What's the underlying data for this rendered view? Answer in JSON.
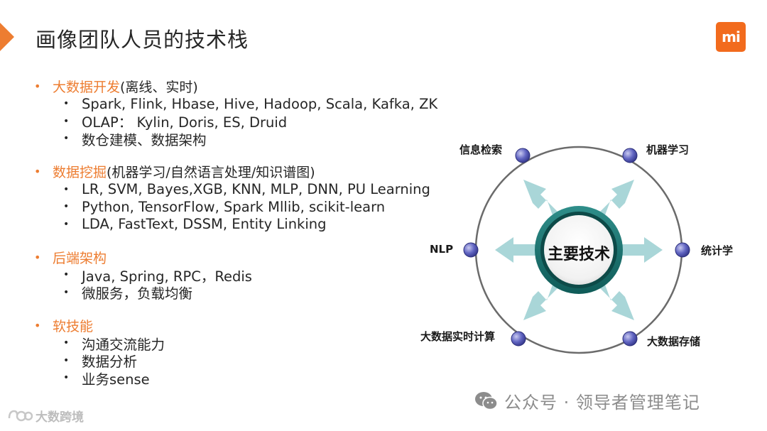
{
  "slide": {
    "title": "画像团队人员的技术栈",
    "logo_text": "mi"
  },
  "sections": [
    {
      "title": "大数据开发",
      "paren": "(离线、实时)",
      "items": [
        "Spark, Flink, Hbase, Hive, Hadoop, Scala, Kafka, ZK",
        "OLAP： Kylin, Doris, ES, Druid",
        "数仓建模、数据架构"
      ]
    },
    {
      "title": "数据挖掘",
      "paren": "(机器学习/自然语言处理/知识谱图)",
      "items": [
        "LR, SVM, Bayes,XGB, KNN, MLP, DNN, PU Learning",
        "Python, TensorFlow, Spark Mllib, scikit-learn",
        "LDA, FastText, DSSM, Entity Linking"
      ]
    },
    {
      "title": "后端架构",
      "paren": "",
      "items": [
        "Java, Spring,  RPC，Redis",
        "微服务，负载均衡"
      ]
    },
    {
      "title": "软技能",
      "paren": "",
      "items": [
        "沟通交流能力",
        "数据分析",
        "业务sense"
      ]
    }
  ],
  "diagram": {
    "center": "主要技术",
    "nodes": {
      "top_left": "信息检索",
      "top_right": "机器学习",
      "left": "NLP",
      "right": "统计学",
      "bottom_left": "大数据实时计算",
      "bottom_right": "大数据存储"
    }
  },
  "footer": {
    "watermark": "公众号 · 领导者管理笔记",
    "corner": "大数跨境"
  },
  "colors": {
    "accent": "#ed7d31",
    "node": "#5b5fb8",
    "arrow": "#a9d6d8",
    "ring": "#6b6b6b"
  }
}
